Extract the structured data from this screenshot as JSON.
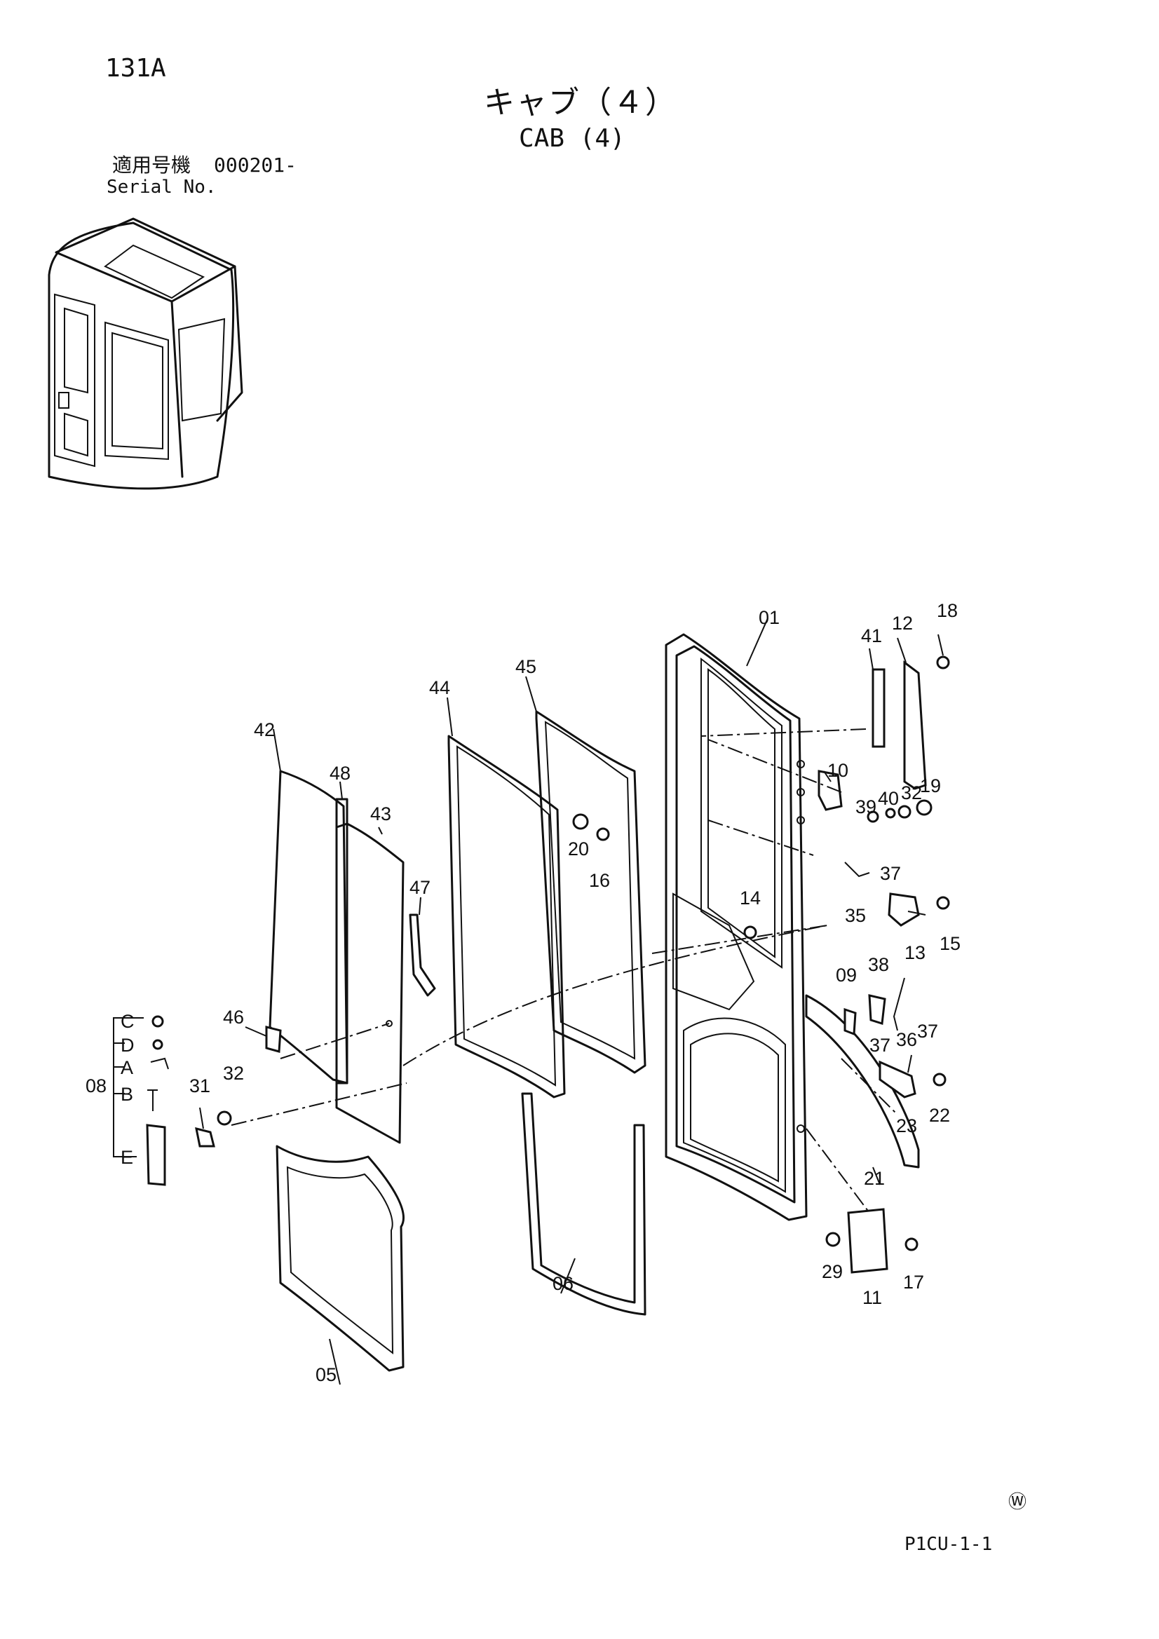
{
  "header": {
    "page_code": "131A",
    "title_ja": "キャブ（４）",
    "title_en": "CAB (4)",
    "serial_label_ja": "適用号機",
    "serial_value": "000201-",
    "serial_label_en": "Serial No."
  },
  "footer": {
    "mark": "Ⓦ",
    "ref_code": "P1CU-1-1"
  },
  "callouts": {
    "c01": "01",
    "c05": "05",
    "c06": "06",
    "c08": "08",
    "c09": "09",
    "c10": "10",
    "c11": "11",
    "c12": "12",
    "c13": "13",
    "c14": "14",
    "c15": "15",
    "c16": "16",
    "c17": "17",
    "c18": "18",
    "c19": "19",
    "c20": "20",
    "c21": "21",
    "c22": "22",
    "c23": "23",
    "c29": "29",
    "c31": "31",
    "c32a": "32",
    "c32b": "32",
    "c35": "35",
    "c36": "36",
    "c37a": "37",
    "c37b": "37",
    "c37c": "37",
    "c38": "38",
    "c39": "39",
    "c40": "40",
    "c41": "41",
    "c42": "42",
    "c43": "43",
    "c44": "44",
    "c45": "45",
    "c46": "46",
    "c47": "47",
    "c48": "48"
  },
  "sub_parts": {
    "a": "A",
    "b": "B",
    "c": "C",
    "d": "D",
    "e": "E"
  }
}
